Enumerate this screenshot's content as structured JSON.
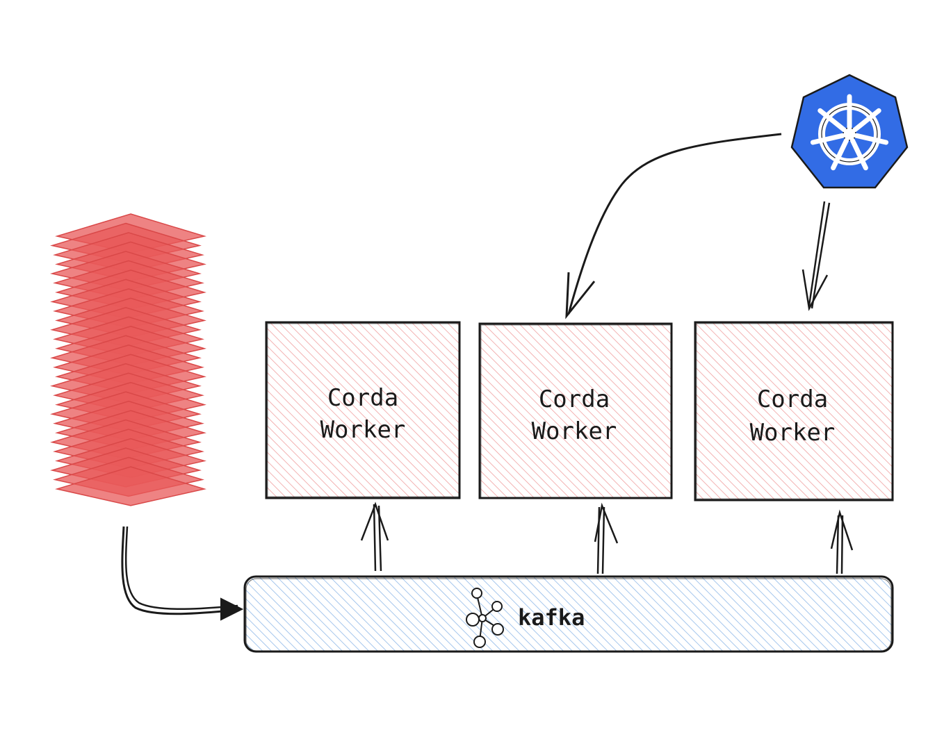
{
  "diagram": {
    "workers": [
      {
        "line1": "Corda",
        "line2": "Worker"
      },
      {
        "line1": "Corda",
        "line2": "Worker"
      },
      {
        "line1": "Corda",
        "line2": "Worker"
      }
    ],
    "bus": {
      "label": "kafka",
      "icon": "kafka-icon"
    },
    "orchestrator": {
      "icon": "kubernetes-helm-icon",
      "color": "#326ce5"
    },
    "message_stack": {
      "icon": "document-stack-icon",
      "color": "#e85a5a"
    },
    "colors": {
      "worker_fill": "#f4a6a6",
      "bus_fill": "#8fb8e8",
      "stroke": "#1a1a1a"
    }
  }
}
